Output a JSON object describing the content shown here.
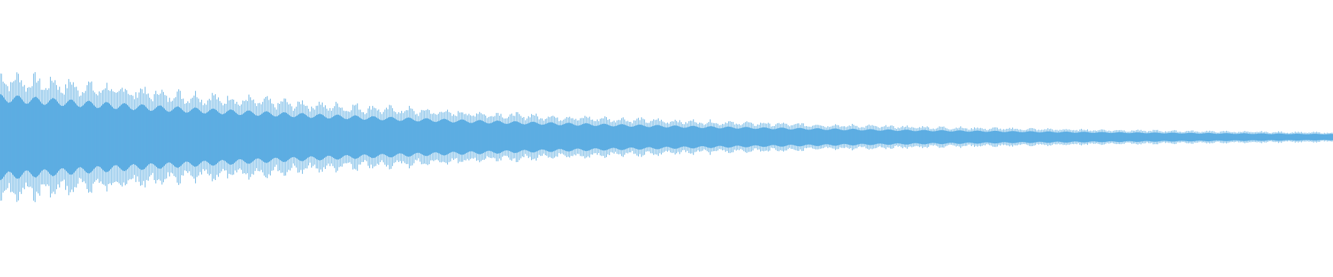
{
  "waveform": {
    "fill_color": "#5DADE2",
    "background_color": "#FFFFFF",
    "envelope": {
      "start_peak_fraction": 0.92,
      "end_peak_fraction": 0.07,
      "decay": "exponential"
    },
    "modulation": {
      "beats_visible": 75,
      "depth": 0.2
    }
  }
}
